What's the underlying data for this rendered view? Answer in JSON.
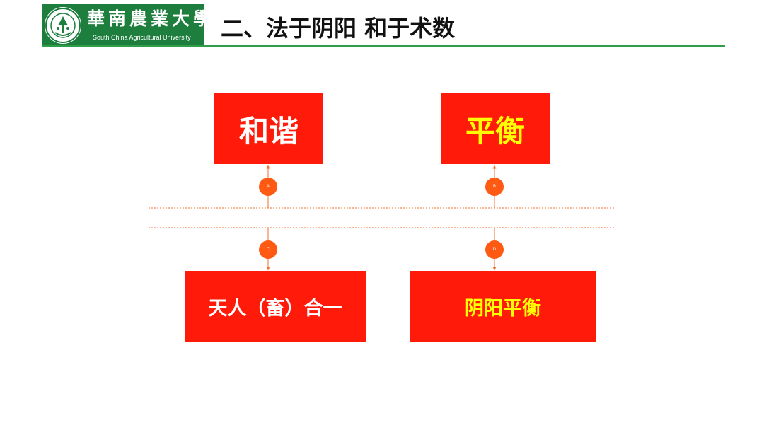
{
  "header": {
    "logo": {
      "chinese_name": "華南農業大學",
      "english_name": "South China Agricultural University"
    },
    "title": "二、法于阴阳 和于术数"
  },
  "diagram": {
    "top_boxes": [
      {
        "id": "harmony",
        "label": "和谐",
        "text_color": "#ffffff"
      },
      {
        "id": "balance",
        "label": "平衡",
        "text_color": "#ffff00"
      }
    ],
    "bottom_boxes": [
      {
        "id": "unity",
        "label": "天人（畜）合一",
        "text_color": "#ffffff"
      },
      {
        "id": "yinyang",
        "label": "阴阳平衡",
        "text_color": "#ffff00"
      }
    ],
    "connector_nodes": [
      "A",
      "B",
      "C",
      "D"
    ],
    "colors": {
      "box_fill": "#ff1a0a",
      "connector": "#f07030",
      "node_fill": "#ff5a14",
      "title_rule": "#2f9e4a",
      "logo_banner": "#1e7e3e"
    }
  }
}
